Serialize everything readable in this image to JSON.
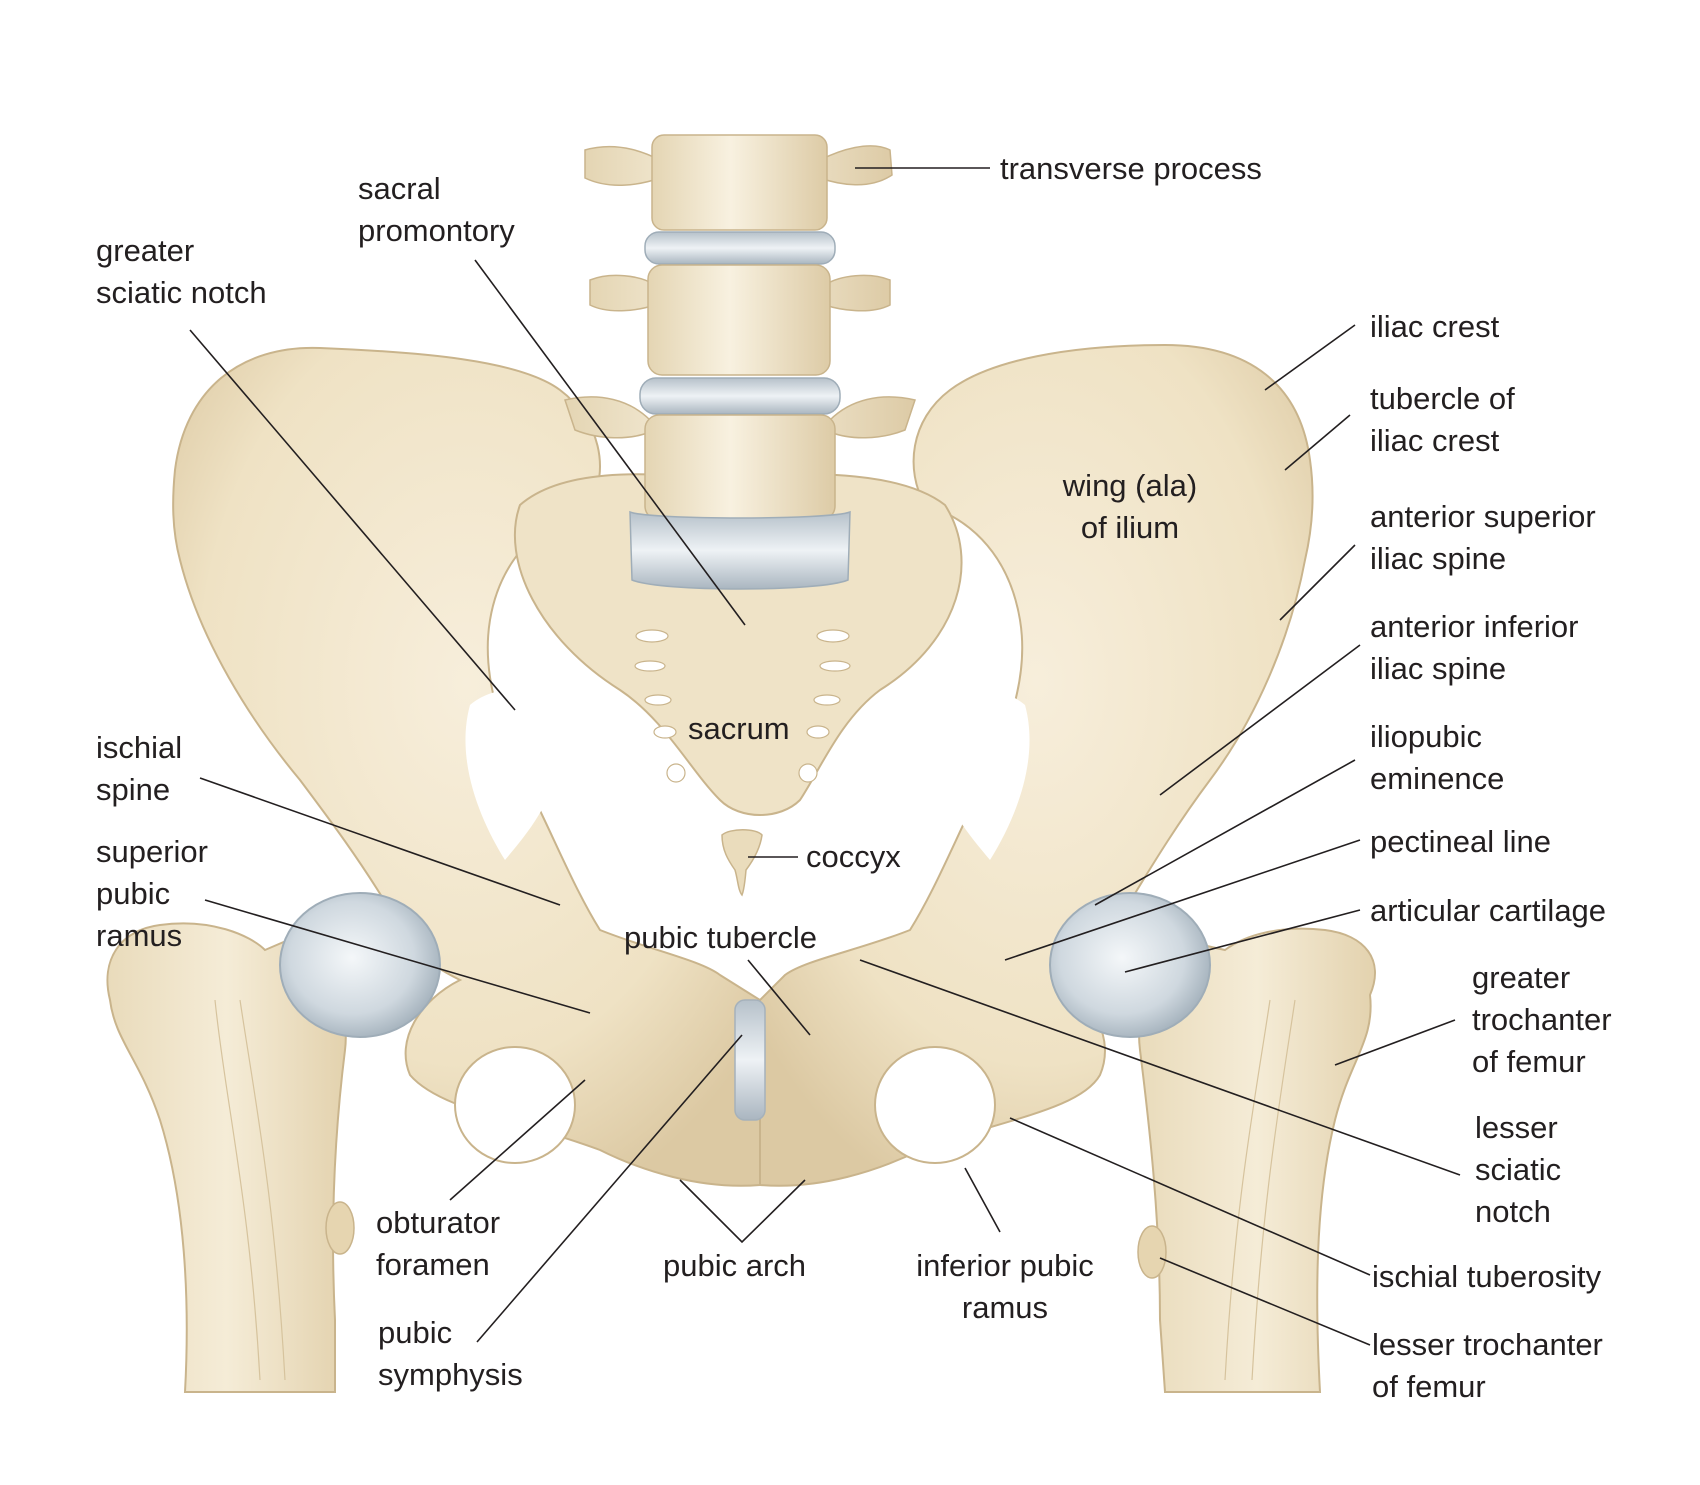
{
  "colors": {
    "background": "#ffffff",
    "bone": "#f1e6cc",
    "bone_shadow": "#d9c7a2",
    "bone_outline": "#c9b48c",
    "cartilage": "#c9d3db",
    "cartilage_highlight": "#eef2f5",
    "leader_line": "#231f20",
    "label_text": "#231f20"
  },
  "labels": {
    "transverse_process": [
      "transverse process"
    ],
    "sacral_promontory": [
      "sacral",
      "promontory"
    ],
    "greater_sciatic_notch": [
      "greater",
      "sciatic notch"
    ],
    "iliac_crest": [
      "iliac crest"
    ],
    "tubercle_of_iliac_crest": [
      "tubercle of",
      "iliac crest"
    ],
    "wing_of_ilium": [
      "wing (ala)",
      "of ilium"
    ],
    "anterior_superior_iliac_spine": [
      "anterior superior",
      "iliac spine"
    ],
    "anterior_inferior_iliac_spine": [
      "anterior inferior",
      "iliac spine"
    ],
    "sacrum": [
      "sacrum"
    ],
    "iliopubic_eminence": [
      "iliopubic",
      "eminence"
    ],
    "ischial_spine": [
      "ischial",
      "spine"
    ],
    "coccyx": [
      "coccyx"
    ],
    "pectineal_line": [
      "pectineal line"
    ],
    "superior_pubic_ramus": [
      "superior",
      "pubic",
      "ramus"
    ],
    "articular_cartilage": [
      "articular cartilage"
    ],
    "pubic_tubercle": [
      "pubic tubercle"
    ],
    "greater_trochanter": [
      "greater",
      "trochanter",
      "of femur"
    ],
    "lesser_sciatic_notch": [
      "lesser",
      "sciatic",
      "notch"
    ],
    "obturator_foramen": [
      "obturator",
      "foramen"
    ],
    "pubic_arch": [
      "pubic arch"
    ],
    "inferior_pubic_ramus": [
      "inferior pubic",
      "ramus"
    ],
    "ischial_tuberosity": [
      "ischial tuberosity"
    ],
    "pubic_symphysis": [
      "pubic",
      "symphysis"
    ],
    "lesser_trochanter": [
      "lesser trochanter",
      "of femur"
    ]
  }
}
